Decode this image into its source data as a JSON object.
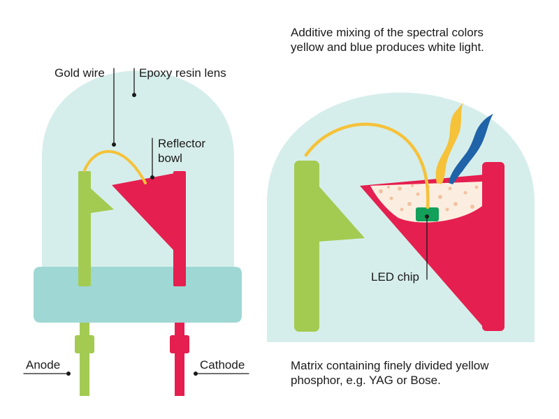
{
  "colors": {
    "lens": "#d6eeeb",
    "rim": "#9fd7d4",
    "anode": "#a3cb52",
    "cathode": "#e51f4f",
    "wire": "#f5c23a",
    "chip": "#12a05a",
    "phosphor": "#fbeee1",
    "phosphor_dots": "#f3c2a0",
    "light_yellow": "#f5c23a",
    "light_blue": "#1f63a8",
    "leader": "#1a1a1a"
  },
  "labels": {
    "gold_wire": "Gold wire",
    "epoxy_lens": "Epoxy resin lens",
    "reflector_bowl": "Reflector\nbowl",
    "anode": "Anode",
    "cathode": "Cathode",
    "led_chip": "LED chip",
    "additive_mixing": "Additive mixing of the spectral colors\nyellow and blue produces white light.",
    "matrix_phosphor": "Matrix containing finely divided yellow\nphosphor, e.g. YAG or Bose."
  }
}
